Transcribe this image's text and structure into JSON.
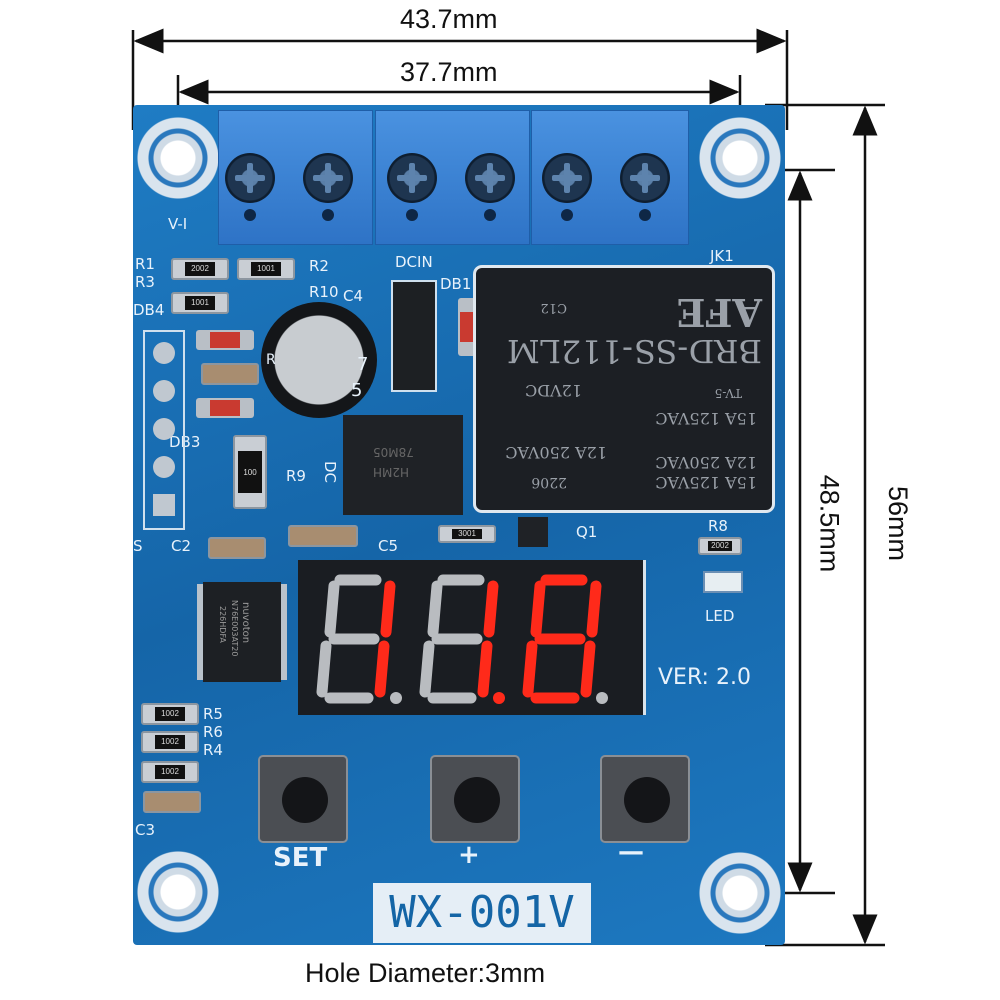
{
  "dimensions": {
    "overall_width": "43.7mm",
    "hole_spacing_width": "37.7mm",
    "overall_height": "56mm",
    "hole_spacing_height": "48.5mm",
    "hole_diameter": "Hole Diameter:3mm"
  },
  "board": {
    "model": "WX-001V",
    "version": "VER: 2.0",
    "silkscreen": [
      "V-I",
      "R1",
      "R3",
      "DB4",
      "R2",
      "R10",
      "C4",
      "DCIN",
      "DB1",
      "JK1",
      "DB3",
      "R9",
      "DC",
      "S",
      "C2",
      "C5",
      "Q1",
      "R8",
      "LED",
      "R5",
      "R6",
      "R4",
      "C3"
    ],
    "resistor_codes": [
      "2002",
      "1001",
      "1001",
      "100",
      "3001",
      "2002",
      "1002",
      "1002",
      "1002"
    ],
    "capacitor": {
      "marks": [
        "R",
        "7",
        "5"
      ]
    },
    "chip": [
      "nuvoton",
      "N76E003AT20",
      "226HDFA"
    ],
    "regulator": [
      "78M05",
      "H2MH"
    ],
    "relay": {
      "brand": "AFE",
      "model": "BRD-SS-112LM",
      "coil": "12VDC",
      "ratings": [
        "12A 250VAC",
        "2206",
        "12A 250VAC",
        "15A 125VAC",
        "15A 125VAC"
      ],
      "cert": "TV-5",
      "code": "C12"
    },
    "display": {
      "digits": [
        "1",
        "1.",
        "8"
      ],
      "lit_color": "#ff2a1a",
      "unlit_color": "#b9bcc0"
    },
    "buttons": [
      {
        "label": "SET"
      },
      {
        "label": "+"
      },
      {
        "label": "—"
      }
    ],
    "colors": {
      "pcb": "#1a6db5",
      "terminal": "#3b82d6"
    }
  }
}
